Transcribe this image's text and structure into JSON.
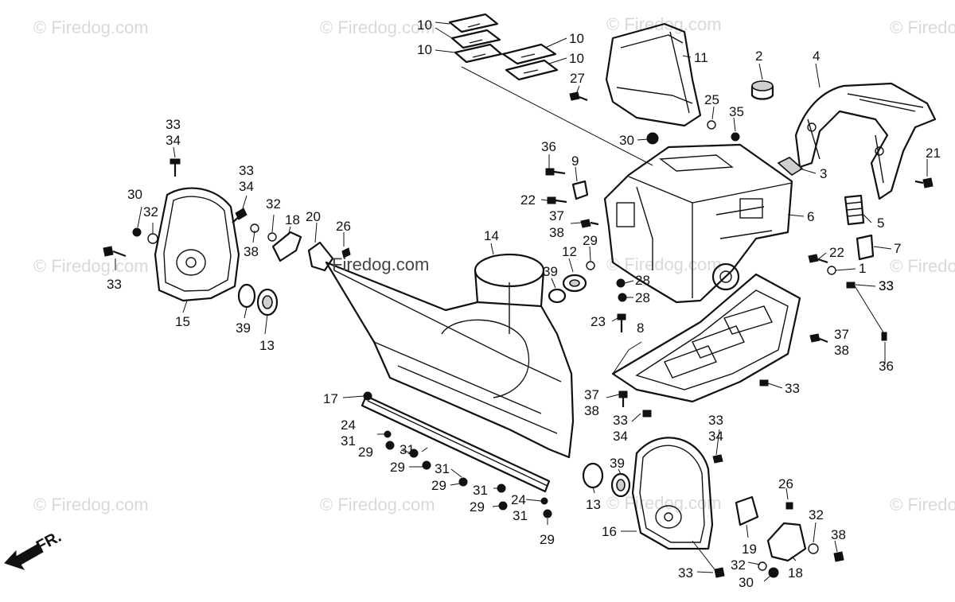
{
  "watermark": {
    "text": "© Firedog.com",
    "center_text": "Firedog.com"
  },
  "direction_label": "FR.",
  "callouts": {
    "c1": "10",
    "c2": "10",
    "c3": "10",
    "c4": "10",
    "c5": "11",
    "c6": "2",
    "c7": "4",
    "c8": "27",
    "c9": "25",
    "c10": "35",
    "c11": "30",
    "c12": "3",
    "c13": "21",
    "c14": "5",
    "c15": "36",
    "c16": "9",
    "c17": "22",
    "c18": "6",
    "c19": "37",
    "c20": "38",
    "c21": "29",
    "c22": "7",
    "c23": "22",
    "c24": "1",
    "c25": "33",
    "c26": "33",
    "c27": "34",
    "c28": "30",
    "c29": "32",
    "c30": "33",
    "c31": "34",
    "c32": "32",
    "c33": "18",
    "c34": "20",
    "c35": "26",
    "c36": "38",
    "c37": "33",
    "c38": "15",
    "c39": "39",
    "c40": "13",
    "c41": "14",
    "c42": "12",
    "c43": "39",
    "c44": "28",
    "c45": "28",
    "c46": "33",
    "c47": "23",
    "c48": "8",
    "c49": "37",
    "c50": "38",
    "c51": "36",
    "c52": "17",
    "c53": "33",
    "c54": "37",
    "c55": "38",
    "c56": "33",
    "c57": "34",
    "c58": "33",
    "c59": "34",
    "c60": "24",
    "c61": "31",
    "c62": "29",
    "c63": "31",
    "c64": "29",
    "c65": "31",
    "c66": "29",
    "c67": "31",
    "c68": "29",
    "c69": "24",
    "c70": "31",
    "c71": "29",
    "c72": "13",
    "c73": "39",
    "c74": "16",
    "c75": "26",
    "c76": "32",
    "c77": "38",
    "c78": "19",
    "c79": "18",
    "c80": "33",
    "c81": "32",
    "c82": "30"
  }
}
